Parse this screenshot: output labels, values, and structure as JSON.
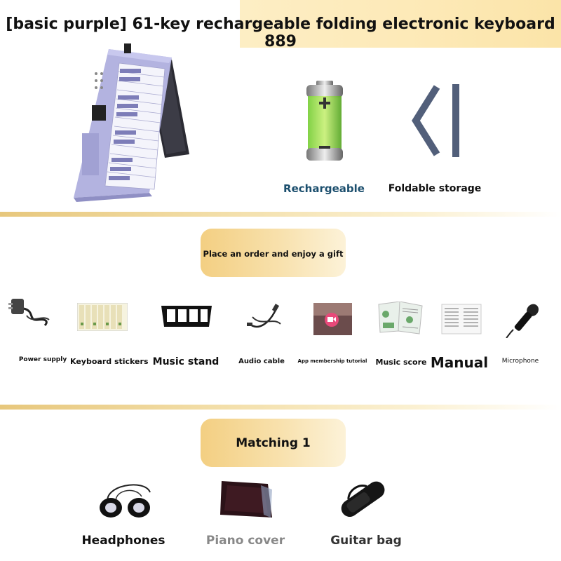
{
  "title": "[basic purple] 61-key rechargeable folding electronic keyboard 889",
  "features": [
    {
      "label": "Rechargeable",
      "icon": "battery-icon",
      "color": "#1c4f6e"
    },
    {
      "label": "Foldable storage",
      "icon": "fold-icon",
      "color": "#111111"
    }
  ],
  "gift_section": {
    "banner": "Place an order and enjoy a gift",
    "items": [
      {
        "label": "Power supply",
        "icon": "power-adapter-icon"
      },
      {
        "label": "Keyboard stickers",
        "icon": "keyboard-stickers-icon"
      },
      {
        "label": "Music stand",
        "icon": "music-stand-icon"
      },
      {
        "label": "Audio cable",
        "icon": "audio-cable-icon"
      },
      {
        "label": "App membership tutorial",
        "icon": "app-tutorial-icon"
      },
      {
        "label": "Music score",
        "icon": "music-score-icon"
      },
      {
        "label": "Manual",
        "icon": "manual-icon"
      },
      {
        "label": "Microphone",
        "icon": "microphone-icon"
      }
    ]
  },
  "matching_section": {
    "banner": "Matching 1",
    "items": [
      {
        "label": "Headphones",
        "icon": "headphones-icon",
        "color": "#111111"
      },
      {
        "label": "Piano cover",
        "icon": "piano-cover-icon",
        "color": "#888888"
      },
      {
        "label": "Guitar bag",
        "icon": "guitar-bag-icon",
        "color": "#333333"
      }
    ]
  }
}
